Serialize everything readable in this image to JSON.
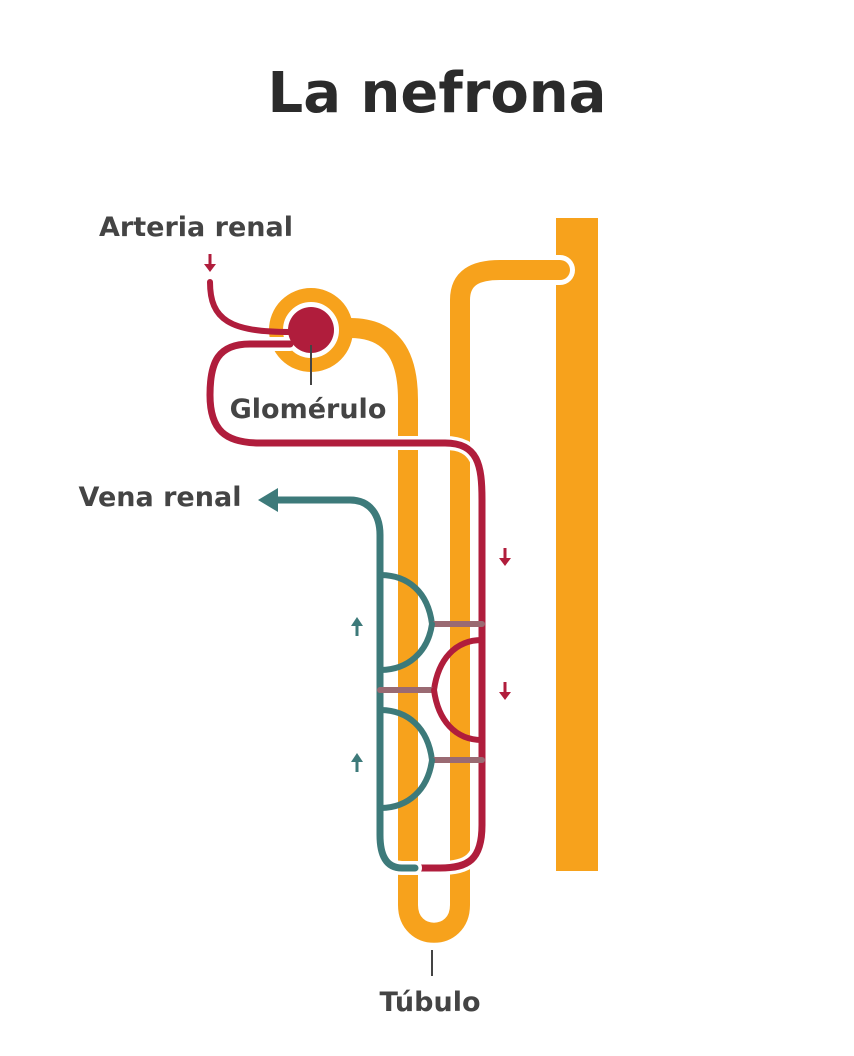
{
  "title": "La nefrona",
  "labels": {
    "arteria": "Arteria renal",
    "glomerulo": "Glomérulo",
    "vena": "Vena renal",
    "tubulo": "Túbulo"
  },
  "colors": {
    "tubule": "#f7a21c",
    "artery": "#b01d3c",
    "vein": "#3d7a7a",
    "mix": "#9a6a72",
    "text_dark": "#2b2b2b",
    "text_label": "#444444"
  }
}
